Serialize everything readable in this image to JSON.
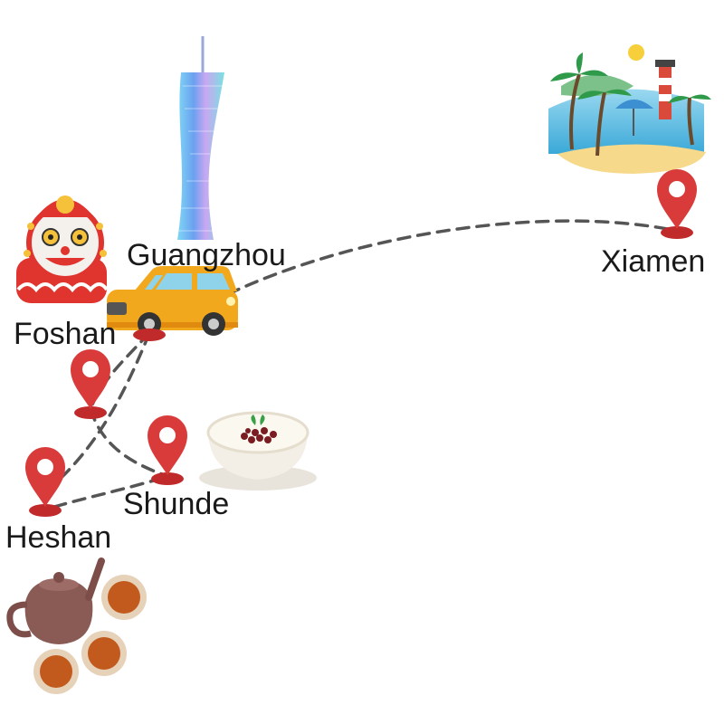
{
  "cities": {
    "guangzhou": "Guangzhou",
    "foshan": "Foshan",
    "xiamen": "Xiamen",
    "shunde": "Shunde",
    "heshan": "Heshan"
  },
  "icons": {
    "landmark": "canton-tower-icon",
    "lion": "lion-dance-icon",
    "beach": "beach-lighthouse-icon",
    "food": "red-bean-dessert-icon",
    "tea": "teapot-icon",
    "vehicle": "car-icon",
    "marker": "map-pin-icon"
  },
  "colors": {
    "pin": "#d93a3a",
    "route": "#555555",
    "car": "#f2a81d",
    "text": "#1a1a1a"
  }
}
